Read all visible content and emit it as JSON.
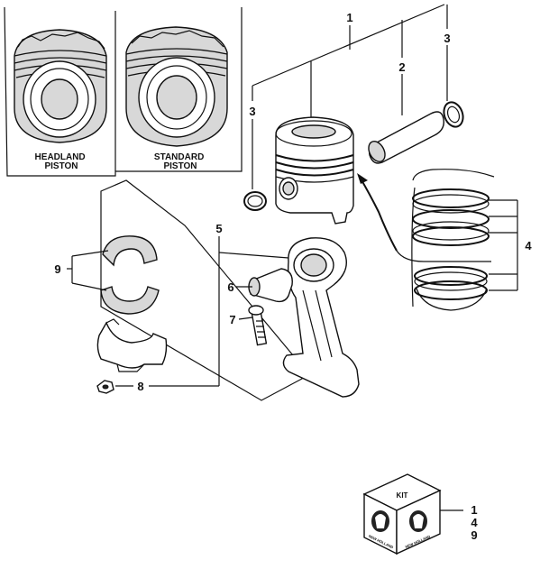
{
  "inset": {
    "headland_label": "HEADLAND\nPISTON",
    "standard_label": "STANDARD\nPISTON"
  },
  "callouts": {
    "c1": "1",
    "c2": "2",
    "c3_left": "3",
    "c3_right": "3",
    "c4": "4",
    "c5": "5",
    "c6": "6",
    "c7": "7",
    "c8": "8",
    "c9": "9"
  },
  "kit": {
    "box_label": "KIT",
    "side_text": "NEW HOLLAND",
    "refs": [
      "1",
      "4",
      "9"
    ]
  }
}
